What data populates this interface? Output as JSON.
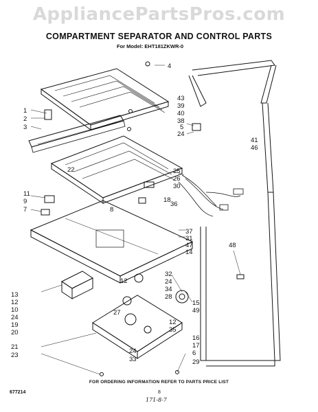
{
  "header": {
    "watermark": "AppliancePartsPros.com",
    "title": "COMPARTMENT SEPARATOR AND CONTROL PARTS",
    "subtitle": "For Model: EHT181ZKWR-0"
  },
  "footer": {
    "note": "FOR ORDERING INFORMATION REFER TO PARTS PRICE LIST",
    "code": "677214",
    "page": "8",
    "handwritten": "171-8-7"
  },
  "callouts": [
    {
      "label": "4"
    },
    {
      "label": "1"
    },
    {
      "label": "2"
    },
    {
      "label": "3"
    },
    {
      "label": "43"
    },
    {
      "label": "39"
    },
    {
      "label": "40"
    },
    {
      "label": "38"
    },
    {
      "label": "5"
    },
    {
      "label": "24"
    },
    {
      "label": "41"
    },
    {
      "label": "46"
    },
    {
      "label": "22"
    },
    {
      "label": "25"
    },
    {
      "label": "26"
    },
    {
      "label": "30"
    },
    {
      "label": "11"
    },
    {
      "label": "9"
    },
    {
      "label": "7"
    },
    {
      "label": "8"
    },
    {
      "label": "18"
    },
    {
      "label": "36"
    },
    {
      "label": "37"
    },
    {
      "label": "31"
    },
    {
      "label": "47"
    },
    {
      "label": "14"
    },
    {
      "label": "48"
    },
    {
      "label": "32"
    },
    {
      "label": "24"
    },
    {
      "label": "34"
    },
    {
      "label": "28"
    },
    {
      "label": "13"
    },
    {
      "label": "12"
    },
    {
      "label": "10"
    },
    {
      "label": "24"
    },
    {
      "label": "19"
    },
    {
      "label": "20"
    },
    {
      "label": "12"
    },
    {
      "label": "27"
    },
    {
      "label": "15"
    },
    {
      "label": "49"
    },
    {
      "label": "12"
    },
    {
      "label": "35"
    },
    {
      "label": "16"
    },
    {
      "label": "17"
    },
    {
      "label": "6"
    },
    {
      "label": "21"
    },
    {
      "label": "23"
    },
    {
      "label": "24"
    },
    {
      "label": "33"
    },
    {
      "label": "29"
    }
  ]
}
